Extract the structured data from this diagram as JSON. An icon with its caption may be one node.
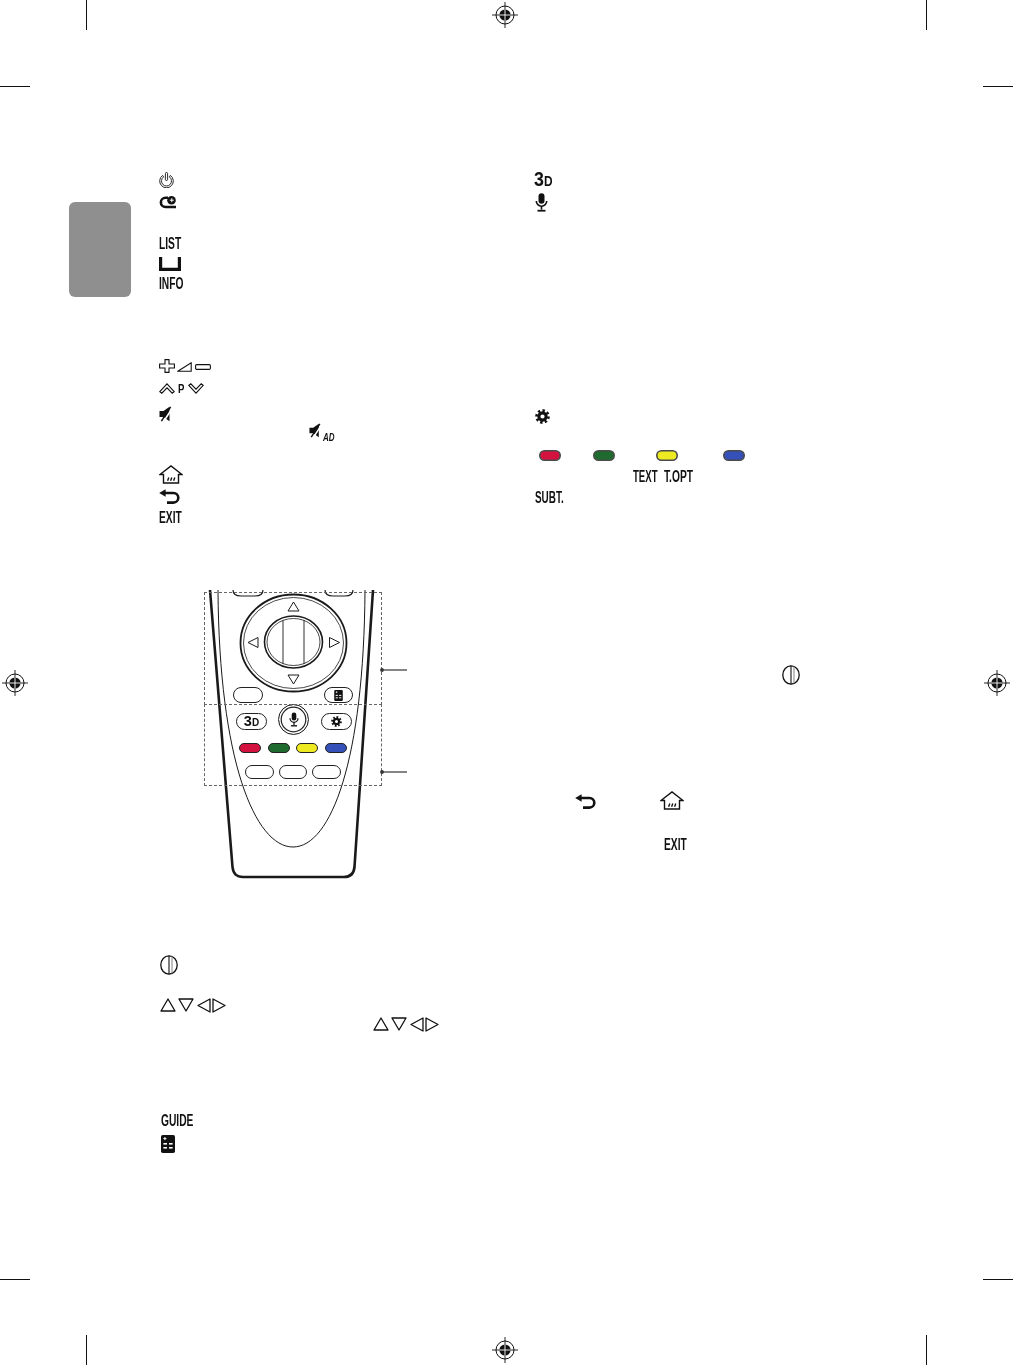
{
  "diagram": {
    "nodes": [
      {
        "text": [],
        "shape": "box"
      },
      {
        "text": [],
        "shape": "box"
      },
      {
        "text": [],
        "shape": "box"
      }
    ],
    "edges": [
      {
        "from": 1,
        "to": null,
        "arrow": "other"
      },
      {
        "from": 2,
        "to": null,
        "arrow": "other"
      }
    ],
    "labels": [
      "LIST",
      "INFO",
      "P",
      "AD",
      "EXIT",
      "3D",
      "GUIDE",
      "3D",
      "TEXT",
      "T.OPT",
      "SUBT.",
      "EXIT"
    ]
  }
}
